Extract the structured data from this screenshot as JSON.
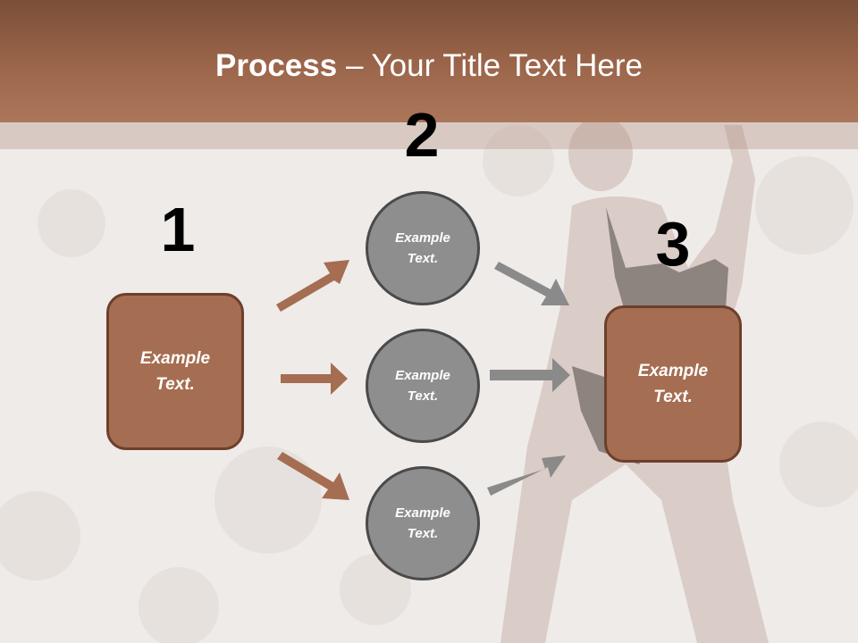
{
  "title": {
    "bold": "Process",
    "rest": " – Your Title Text Here"
  },
  "numbers": [
    "1",
    "2",
    "3"
  ],
  "boxes": [
    {
      "text": "Example Text."
    },
    {
      "text": "Example Text."
    }
  ],
  "circles": [
    {
      "text": "Example Text."
    },
    {
      "text": "Example Text."
    },
    {
      "text": "Example Text."
    }
  ],
  "colors": {
    "header": "#9c664b",
    "box_fill": "#a56d51",
    "box_border": "#6d3f2c",
    "circle_fill": "#8e8e8e",
    "circle_border": "#4a4a4a",
    "arrow_brown": "#a56d51",
    "arrow_gray": "#8a8a8a",
    "number_color": "#000000"
  }
}
